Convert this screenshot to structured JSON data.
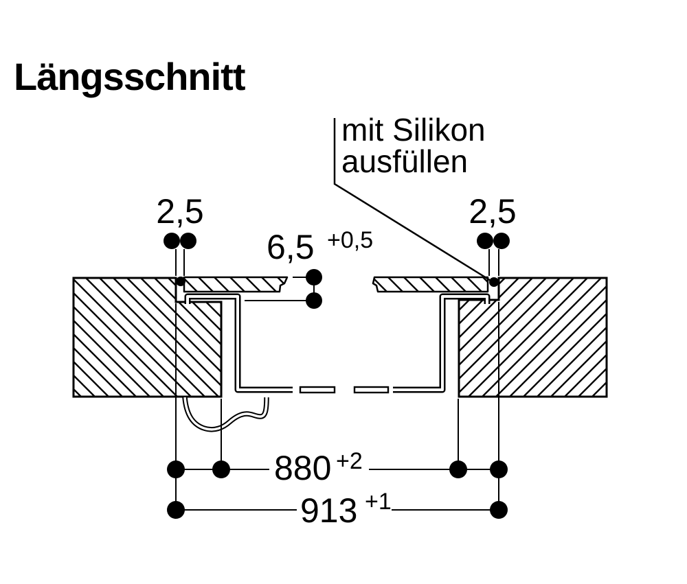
{
  "title": "Längsschnitt",
  "annotation": {
    "line1": "mit Silikon",
    "line2": "ausfüllen"
  },
  "dimensions": {
    "gap_left": "2,5",
    "gap_right": "2,5",
    "rebate_depth": "6,5",
    "rebate_depth_tolerance": "+0,5",
    "cutout_width": "880",
    "cutout_width_tolerance": "+2",
    "rebate_width": "913",
    "rebate_width_tolerance": "+1"
  },
  "colors": {
    "line": "#000000",
    "background": "#ffffff"
  }
}
